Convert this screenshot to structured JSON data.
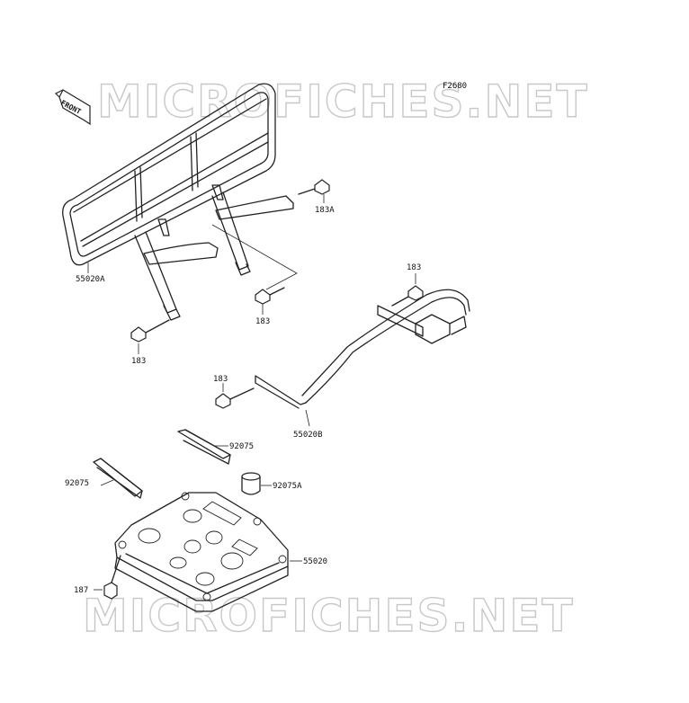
{
  "figure_code": "F2680",
  "watermark": {
    "top": "MICROFICHES.NET",
    "bottom": "MICROFICHES.NET"
  },
  "direction_badge": "FRONT",
  "parts": {
    "rack_front": "55020A",
    "rack_rear": "55020B",
    "skid_plate": "55020",
    "bolt_183a": "183A",
    "bolt_183_center": "183",
    "bolt_183_left": "183",
    "bolt_183_right": "183",
    "bolt_183_mid": "183",
    "pad_upper": "92075",
    "pad_left": "92075",
    "damper": "92075A",
    "bolt_187": "187"
  }
}
